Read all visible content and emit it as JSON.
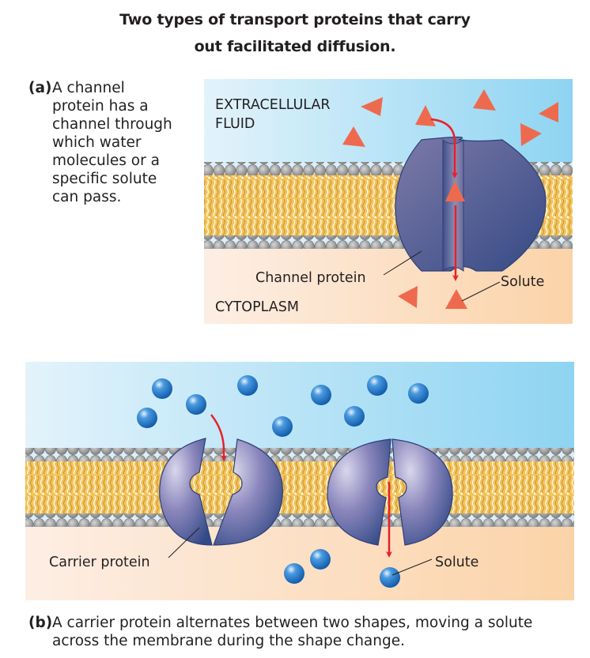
{
  "title": {
    "line1": "Two types of transport proteins that carry",
    "line2": "out facilitated diffusion."
  },
  "panel_a": {
    "label": "(a)",
    "caption": "A channel protein has a channel through which water molecules or a specific solute can pass.",
    "caption_lines": [
      "A channel",
      "protein has a",
      "channel through",
      "which water",
      "molecules or a",
      "specific solute",
      "can pass."
    ],
    "region_top_line1": "EXTRACELLULAR",
    "region_top_line2": "FLUID",
    "region_bottom": "CYTOPLASM",
    "protein_label": "Channel protein",
    "solute_label": "Solute",
    "solute_shape": "triangle"
  },
  "panel_b": {
    "label": "(b)",
    "caption_lines": [
      "A carrier protein alternates between two shapes, moving a solute",
      "across the membrane during the shape change."
    ],
    "protein_label": "Carrier protein",
    "solute_label": "Solute",
    "solute_shape": "sphere"
  },
  "colors": {
    "extracellular": "#cfeaf8",
    "cytoplasm": "#fbe3cc",
    "lipid_head": "#9a9a9a",
    "lipid_tail": "#f4c35a",
    "protein": "#5a5f95",
    "triangle_solute": "#ee6a4e",
    "sphere_solute": "#1f6fc0",
    "arrow": "#e8202a"
  }
}
